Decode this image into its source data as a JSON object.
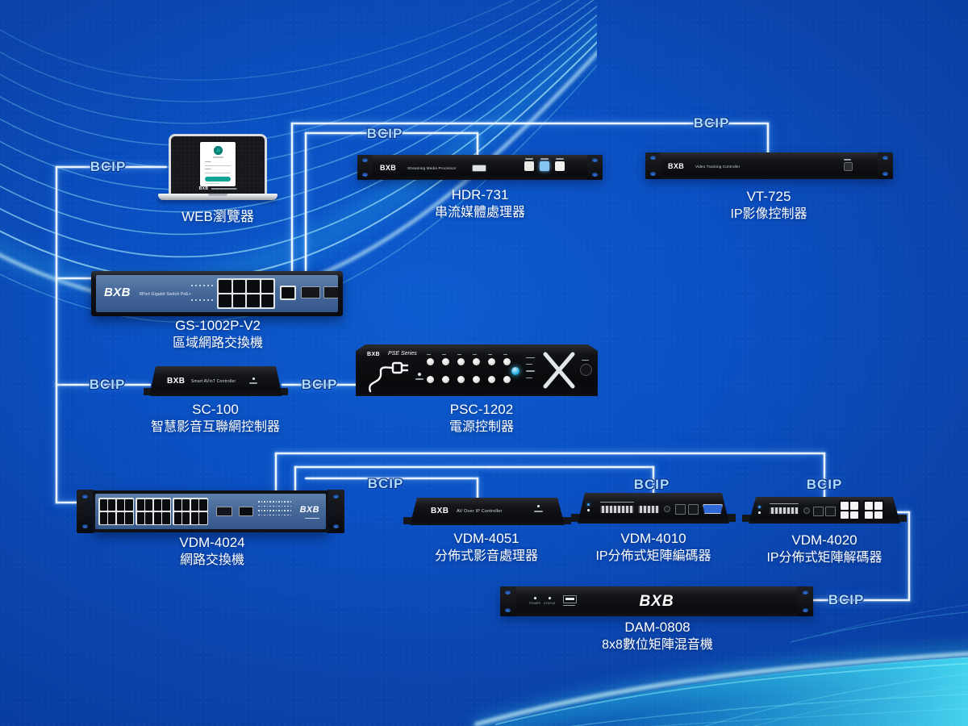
{
  "labels": {
    "bcip": "BCIP"
  },
  "brand": "BXB",
  "devices": {
    "web": {
      "label": "WEB瀏覽器"
    },
    "hdr731": {
      "model": "HDR-731",
      "desc": "串流媒體處理器",
      "panel": "Streaming Media Processor"
    },
    "vt725": {
      "model": "VT-725",
      "desc": "IP影像控制器",
      "panel": "Video Tracking Controller"
    },
    "gs1002p": {
      "model": "GS-1002P-V2",
      "desc": "區域網路交換機",
      "panel": "8Port Gigabit Switch PoE+"
    },
    "sc100": {
      "model": "SC-100",
      "desc": "智慧影音互聯網控制器",
      "panel": "Smart AVIoT Controller"
    },
    "psc1202": {
      "model": "PSC-1202",
      "desc": "電源控制器",
      "series": "PSE Series"
    },
    "vdm4024": {
      "model": "VDM-4024",
      "desc": "網路交換機"
    },
    "vdm4051": {
      "model": "VDM-4051",
      "desc": "分佈式影音處理器",
      "panel": "AV Over IP Controller"
    },
    "vdm4010": {
      "model": "VDM-4010",
      "desc": "IP分佈式矩陣編碼器"
    },
    "vdm4020": {
      "model": "VDM-4020",
      "desc": "IP分佈式矩陣解碼器"
    },
    "dam0808": {
      "model": "DAM-0808",
      "desc": "8x8數位矩陣混音機",
      "led1": "POWER",
      "led2": "STATUS"
    }
  },
  "colors": {
    "background": "#0a4ec0",
    "line": "#eef7ff",
    "bcip_text": "#aadcff",
    "wave_cyan": "#35d8f0",
    "device_face_blue": "#46699a",
    "lit_button_blue": "#2fb7e8",
    "login_teal": "#13a296"
  }
}
